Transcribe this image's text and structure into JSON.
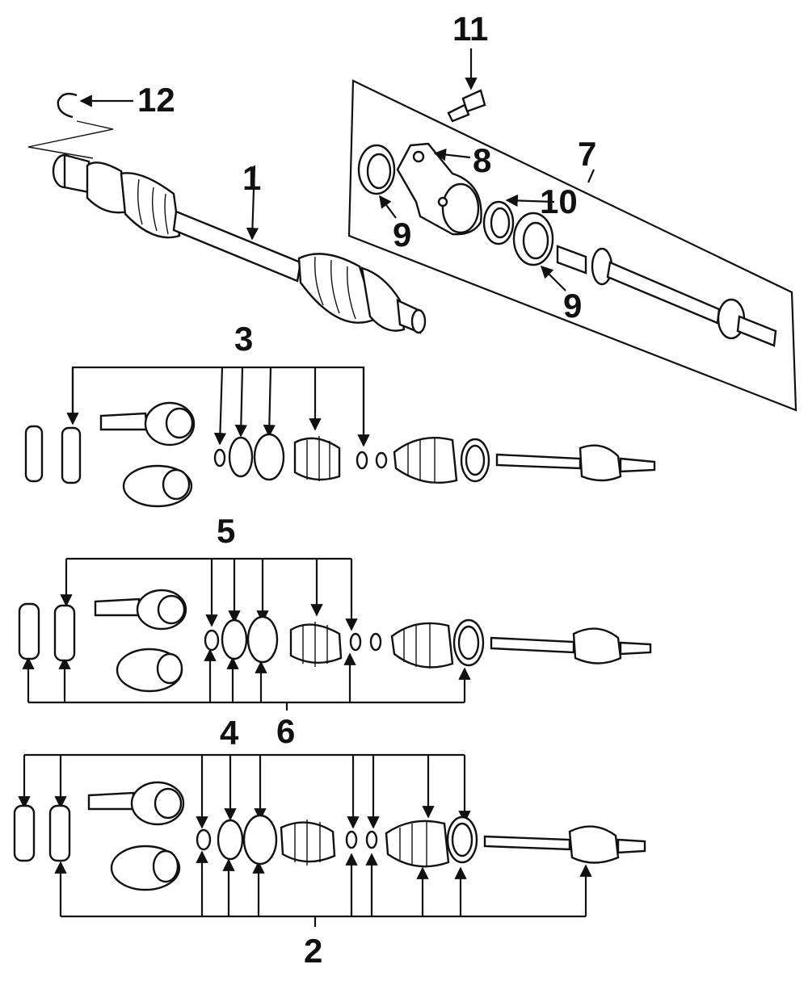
{
  "callouts": {
    "c1": "1",
    "c2": "2",
    "c3": "3",
    "c4": "4",
    "c5": "5",
    "c6": "6",
    "c7": "7",
    "c8": "8",
    "c9a": "9",
    "c9b": "9",
    "c10": "10",
    "c11": "11",
    "c12": "12"
  },
  "colors": {
    "ink": "#111111",
    "paper": "#ffffff"
  }
}
